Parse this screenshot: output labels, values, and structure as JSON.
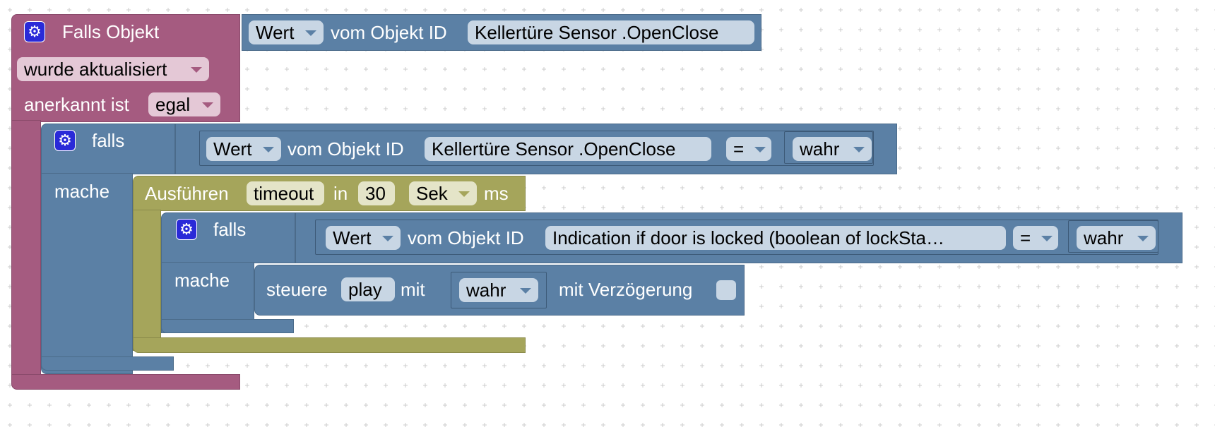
{
  "event_block": {
    "title": "Falls Objekt",
    "trigger": "wurde aktualisiert",
    "ack_label": "anerkannt ist",
    "ack_value": "egal"
  },
  "event_value": {
    "field": "Wert",
    "label": "vom Objekt ID",
    "object_id": "Kellertüre Sensor .OpenClose"
  },
  "if1": {
    "label": "falls",
    "do_label": "mache",
    "value_field": "Wert",
    "object_label": "vom Objekt ID",
    "object_id": "Kellertüre Sensor .OpenClose",
    "operator": "=",
    "compare": "wahr"
  },
  "timeout": {
    "label": "Ausführen",
    "name": "timeout",
    "in_label": "in",
    "amount": "30",
    "unit": "Sek",
    "suffix": "ms"
  },
  "if2": {
    "label": "falls",
    "do_label": "mache",
    "value_field": "Wert",
    "object_label": "vom Objekt ID",
    "object_id": "Indication if door is locked (boolean of lockSta…",
    "operator": "=",
    "compare": "wahr"
  },
  "control": {
    "label": "steuere",
    "target": "play",
    "with_label": "mit",
    "value": "wahr",
    "delay_label": "mit Verzögerung"
  },
  "colors": {
    "event": "#a55b80",
    "logic": "#5b80a5",
    "timeout": "#a5a55b",
    "grid": "#cccccc"
  },
  "icons": [
    "gear-icon",
    "dropdown-caret-icon",
    "checkbox-icon"
  ]
}
